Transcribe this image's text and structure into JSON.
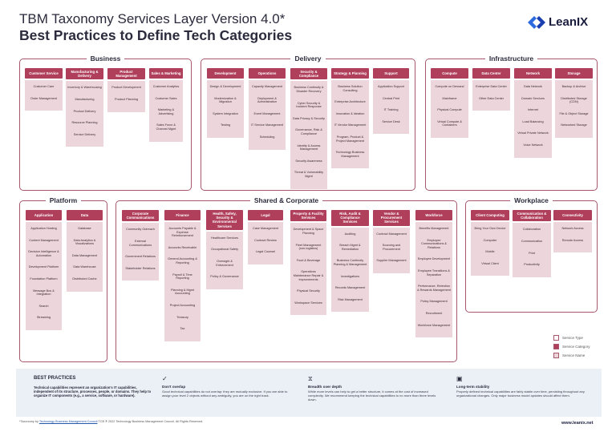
{
  "header": {
    "title": "TBM Taxonomy Services Layer Version 4.0*",
    "subtitle": "Best Practices to Define Tech Categories",
    "logo_text": "LeanIX"
  },
  "sections": [
    {
      "id": "business",
      "title": "Business",
      "columns": [
        {
          "header": "Customer Service",
          "items": [
            "Customer Care",
            "Order Management"
          ]
        },
        {
          "header": "Manufacturing & Delivery",
          "items": [
            "Inventory & Warehousing",
            "Manufacturing",
            "Product Delivery",
            "Resource Planning",
            "Service Delivery"
          ]
        },
        {
          "header": "Product Management",
          "items": [
            "Product Development",
            "Product Planning"
          ]
        },
        {
          "header": "Sales & Marketing",
          "items": [
            "Customer Analytics",
            "Customer Sales",
            "Marketing & Advertising",
            "Sales Force & Channel Mgmt"
          ]
        }
      ]
    },
    {
      "id": "delivery",
      "title": "Delivery",
      "columns": [
        {
          "header": "Development",
          "items": [
            "Design & Development",
            "Modernization & Migration",
            "System Integration",
            "Testing"
          ]
        },
        {
          "header": "Operations",
          "items": [
            "Capacity Management",
            "Deployment & Administration",
            "Event Management",
            "IT Service Management",
            "Scheduling"
          ]
        },
        {
          "header": "Security & Compliance",
          "items": [
            "Business Continuity & Disaster Recovery",
            "Cyber Security & Incident Response",
            "Data Privacy & Security",
            "Governance, Risk & Compliance",
            "Identity & Access Management",
            "Security Awareness",
            "Threat & Vulnerability Mgmt"
          ]
        },
        {
          "header": "Strategy & Planning",
          "items": [
            "Business Solution Consulting",
            "Enterprise Architecture",
            "Innovation & Ideation",
            "IT Vendor Management",
            "Program, Product & Project Management",
            "Technology Business Management"
          ]
        },
        {
          "header": "Support",
          "items": [
            "Application Support",
            "Central Print",
            "IT Training",
            "Service Desk"
          ]
        }
      ]
    },
    {
      "id": "infrastructure",
      "title": "Infrastructure",
      "columns": [
        {
          "header": "Compute",
          "items": [
            "Compute on Demand",
            "Mainframe",
            "Physical Compute",
            "Virtual Compute & Containers"
          ]
        },
        {
          "header": "Data Center",
          "items": [
            "Enterprise Data Center",
            "Other Data Center"
          ]
        },
        {
          "header": "Network",
          "items": [
            "Data Network",
            "Domain Services",
            "Internet",
            "Load Balancing",
            "Virtual Private Network",
            "Voice Network"
          ]
        },
        {
          "header": "Storage",
          "items": [
            "Backup & Archive",
            "Distributed Storage (CDN)",
            "File & Object Storage",
            "Networked Storage"
          ]
        }
      ]
    },
    {
      "id": "platform",
      "title": "Platform",
      "columns": [
        {
          "header": "Application",
          "items": [
            "Application Hosting",
            "Content Management",
            "Decision Intelligence & Automation",
            "Development Platform",
            "Foundation Platform",
            "Message Bus & Integration",
            "Search",
            "Streaming"
          ]
        },
        {
          "header": "Data",
          "items": [
            "Database",
            "Data Analytics & Visualizations",
            "Data Management",
            "Data Warehouse",
            "Distributed Cache"
          ]
        }
      ]
    },
    {
      "id": "shared",
      "title": "Shared & Corporate",
      "columns": [
        {
          "header": "Corporate Communications",
          "items": [
            "Community Outreach",
            "External Communications",
            "Government Relations",
            "Stakeholder Relations"
          ]
        },
        {
          "header": "Finance",
          "items": [
            "Accounts Payable & Expense Reimbursement",
            "Accounts Receivable",
            "General Accounting & Reporting",
            "Payroll & Time Reporting",
            "Planning & Mgmt Accounting",
            "Project Accounting",
            "Treasury",
            "Tax"
          ]
        },
        {
          "header": "Health, Safety, Security & Environmental Services",
          "items": [
            "Healthcare Services",
            "Occupational Safety",
            "Oversight & Enforcement",
            "Policy & Governance"
          ]
        },
        {
          "header": "Legal",
          "items": [
            "Case Management",
            "Contract Review",
            "Legal Counsel"
          ]
        },
        {
          "header": "Property & Facility Services",
          "items": [
            "Development & Space Planning",
            "Fleet Management (non-logistics)",
            "Food & Beverage",
            "Operations Maintenance Repair & Improvements",
            "Physical Security",
            "Workspace Services"
          ]
        },
        {
          "header": "Risk, Audit & Compliance Services",
          "items": [
            "Auditing",
            "Breach Mgmt & Remediation",
            "Business Continuity Planning & Management",
            "Investigations",
            "Records Management",
            "Risk Management"
          ]
        },
        {
          "header": "Vendor & Procurement Services",
          "items": [
            "Contract Management",
            "Sourcing and Procurement",
            "Supplier Management"
          ]
        },
        {
          "header": "Workforce",
          "items": [
            "Benefits Management",
            "Employee Communications & Relations",
            "Employee Development",
            "Employee Transitions & Separation",
            "Performance, Retention & Rewards Management",
            "Policy Management",
            "Recruitment",
            "Workforce Management"
          ]
        }
      ]
    },
    {
      "id": "workplace",
      "title": "Workplace",
      "columns": [
        {
          "header": "Client Computing",
          "items": [
            "Bring Your Own Device",
            "Computer",
            "Mobile",
            "Virtual Client"
          ]
        },
        {
          "header": "Communication & Collaboration",
          "items": [
            "Collaboration",
            "Communication",
            "Print",
            "Productivity"
          ]
        },
        {
          "header": "Connectivity",
          "items": [
            "Network Access",
            "Remote Access"
          ]
        }
      ]
    }
  ],
  "legend": [
    {
      "label": "Service Type",
      "color": "#ffffff"
    },
    {
      "label": "Service Category",
      "color": "#b03f5c"
    },
    {
      "label": "Service Name",
      "color": "#ecd5db"
    }
  ],
  "best_practices": {
    "title": "BEST PRACTICES",
    "intro": "Technical capabilities represent an organization's IT capabilities, independent of its structure, processes, people, or domains. They help to organize IT components (e.g., a service, software, or hardware).",
    "cards": [
      {
        "icon": "✓",
        "heading": "Don't overlap",
        "text": "Good technical capabilities do not overlap: they are mutually exclusive. If you are able to assign your level 2 objects without any ambiguity, you are on the right track."
      },
      {
        "icon": "⧖",
        "heading": "Breadth over depth",
        "text": "While more levels can help to get a better structure, it comes at the cost of increased complexity. We recommend keeping the technical capabilities to no more than three levels down."
      },
      {
        "icon": "▣",
        "heading": "Long-term stability",
        "text": "Properly defined technical capabilities are fairly stable over time, persisting throughout any organizational changes. Only major business model updates should affect them."
      }
    ]
  },
  "footer": {
    "note_prefix": "*Taxonomy by ",
    "note_link": "Technology Business Management Council",
    "note_suffix": " TCB ® 2022 Technology Business Management Council. All Rights Reserved.",
    "url": "www.leanix.net"
  }
}
